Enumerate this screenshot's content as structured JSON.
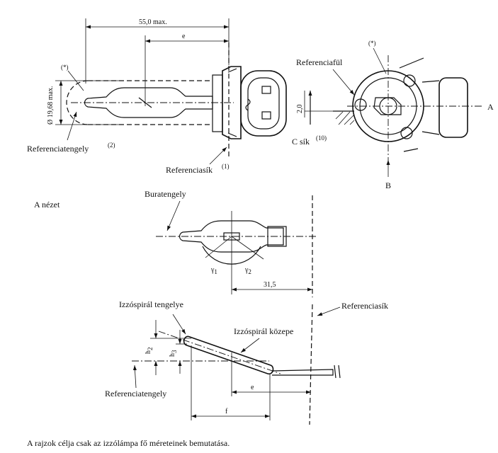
{
  "dimensions": {
    "length_max": "55,0 max.",
    "e_top": "e",
    "diameter_max": "Ø 19,68 max.",
    "two_zero": "2,0",
    "offset_31_5": "31,5",
    "e_bottom": "e",
    "f": "f",
    "h2": "h",
    "h2_sub": "2",
    "h3": "h",
    "h3_sub": "3",
    "gamma1": "γ",
    "gamma1_sub": "1",
    "gamma2": "γ",
    "gamma2_sub": "2"
  },
  "labels": {
    "note_mark_left": "(*)",
    "note_mark_right": "(*)",
    "referenciatengely_top": "Referenciatengely",
    "referenciatengely_top_note": "(2)",
    "referenciasik_top": "Referenciasík",
    "referenciasik_top_note": "(1)",
    "referenciaful": "Referenciafül",
    "c_sik": "C sík",
    "c_sik_note": "(10)",
    "axis_a": "A",
    "axis_b": "B",
    "a_nezet": "A nézet",
    "buratengely": "Buratengely",
    "izzospiral_tengelye": "Izzóspirál tengelye",
    "izzospiral_kozepe": "Izzóspirál közepe",
    "referenciasik_bottom": "Referenciasík",
    "referenciatengely_bottom": "Referenciatengely"
  },
  "caption": "A rajzok célja csak az izzólámpa fő méreteinek bemutatása."
}
